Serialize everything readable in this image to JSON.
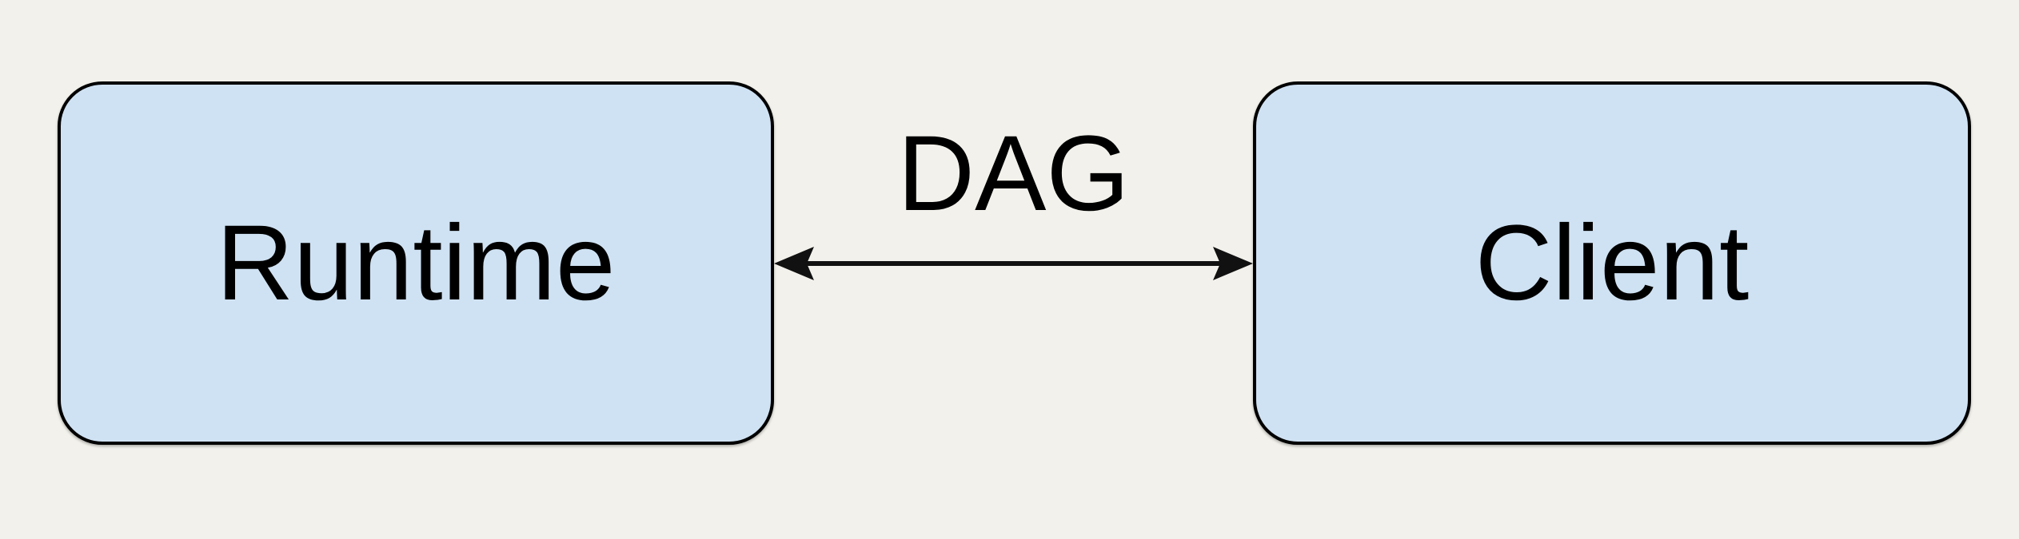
{
  "colors": {
    "bg": "#f2f1eb",
    "node-fill": "#cfe2f3",
    "node-stroke": "#000000",
    "text": "#000000",
    "arrow": "#111111"
  },
  "diagram": {
    "nodes": [
      {
        "id": "runtime",
        "label": "Runtime"
      },
      {
        "id": "client",
        "label": "Client"
      }
    ],
    "edge": {
      "label": "DAG",
      "direction": "bidirectional",
      "from": "runtime",
      "to": "client"
    }
  }
}
